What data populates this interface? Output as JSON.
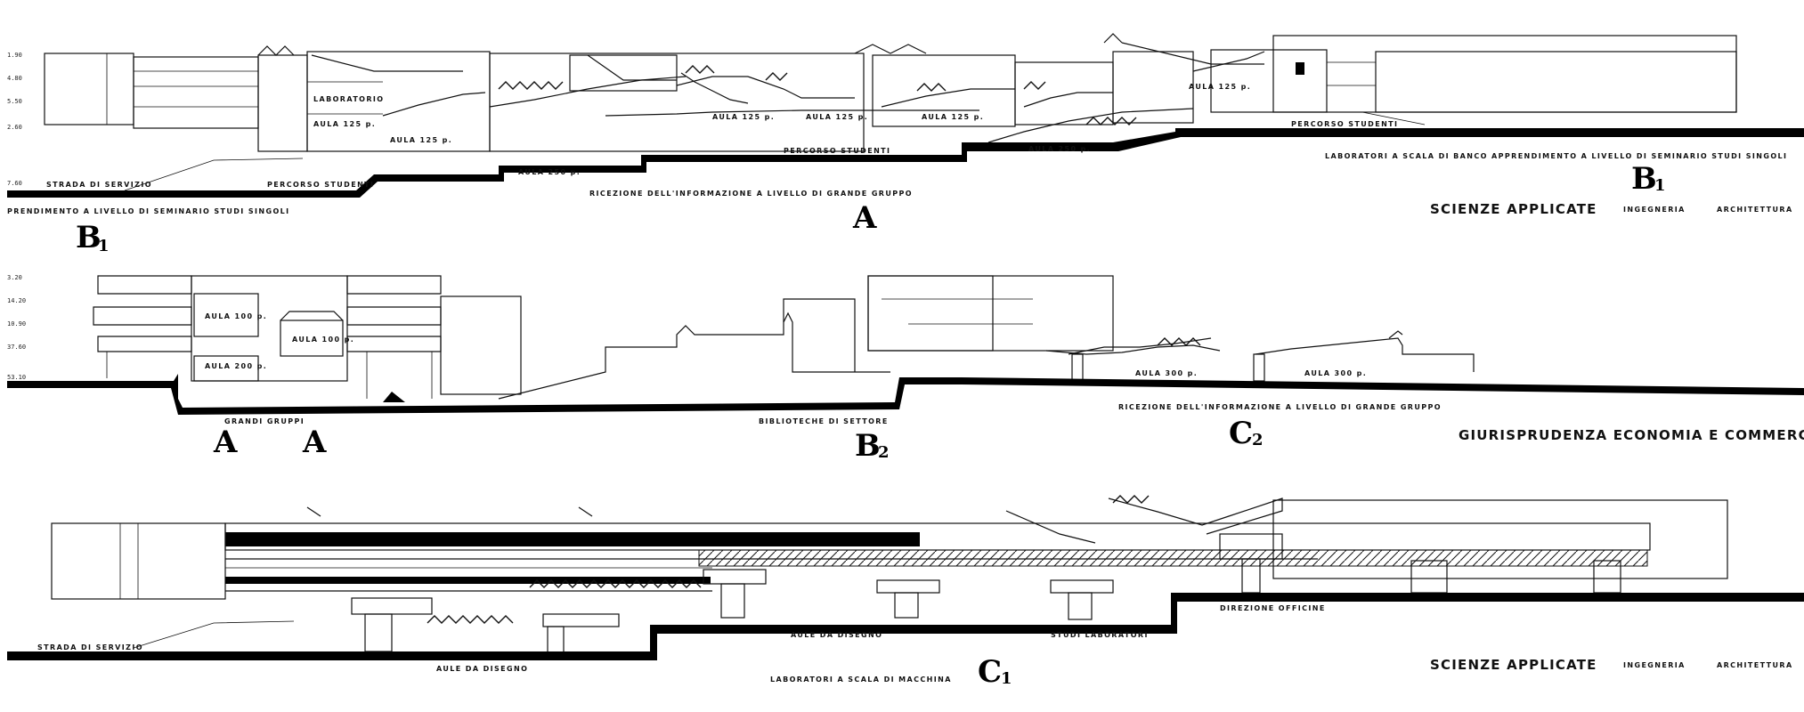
{
  "section_1": {
    "levels": [
      "1.90",
      "4.80",
      "5.50",
      "2.60",
      "7.60"
    ],
    "labels": {
      "laboratorio": "LABORATORIO",
      "aula_125_a": "AULA 125 p.",
      "aula_125_b": "AULA 125 p.",
      "aula_125_c": "AULA 125 p.",
      "aula_125_d": "AULA 125 p.",
      "aula_125_e": "AULA 125 p.",
      "aula_125_f": "AULA 125 p.",
      "aula_250_a": "AULA 250 p.",
      "aula_250_b": "AULA 250 p.",
      "percorso_1": "PERCORSO STUDENTI",
      "percorso_2": "PERCORSO STUDENTI",
      "percorso_3": "PERCORSO STUDENTI",
      "strada": "STRADA DI SERVIZIO",
      "ricezione": "RICEZIONE DELL'INFORMAZIONE A LIVELLO DI GRANDE GRUPPO",
      "apprendimento_left": "PRENDIMENTO A LIVELLO DI SEMINARIO STUDI SINGOLI",
      "apprendimento_right": "LABORATORI A SCALA DI BANCO APPRENDIMENTO A LIVELLO DI SEMINARIO STUDI SINGOLI",
      "faculty": "SCIENZE APPLICATE",
      "ingegneria": "INGEGNERIA",
      "architettura": "ARCHITETTURA"
    },
    "markers": {
      "b1_left": "B",
      "b1_left_sub": "1",
      "a": "A",
      "b1_right": "B",
      "b1_right_sub": "1"
    }
  },
  "section_2": {
    "levels": [
      "3.20",
      "14.20",
      "10.90",
      "37.60",
      "53.10"
    ],
    "labels": {
      "aula_100_a": "AULA 100 p.",
      "aula_100_b": "AULA 100 p.",
      "aula_200": "AULA 200 p.",
      "aula_300_a": "AULA 300 p.",
      "aula_300_b": "AULA 300 p.",
      "grandi_gruppi": "GRANDI GRUPPI",
      "biblioteche": "BIBLIOTECHE DI SETTORE",
      "ricezione": "RICEZIONE DELL'INFORMAZIONE A LIVELLO DI GRANDE GRUPPO",
      "faculty": "GIURISPRUDENZA ECONOMIA E COMMERCIO"
    },
    "markers": {
      "a1": "A",
      "a2": "A",
      "b2": "B",
      "b2_sub": "2",
      "c2": "C",
      "c2_sub": "2"
    }
  },
  "section_3": {
    "labels": {
      "strada": "STRADA DI SERVIZIO",
      "aule_disegno_1": "AULE DA DISEGNO",
      "aule_disegno_2": "AULE DA DISEGNO",
      "studi_laboratori": "STUDI LABORATORI",
      "direzione": "DIREZIONE OFFICINE",
      "laboratori_macchina": "LABORATORI A SCALA DI MACCHINA",
      "faculty": "SCIENZE APPLICATE",
      "ingegneria": "INGEGNERIA",
      "architettura": "ARCHITETTURA"
    },
    "markers": {
      "c1": "C",
      "c1_sub": "1"
    }
  }
}
